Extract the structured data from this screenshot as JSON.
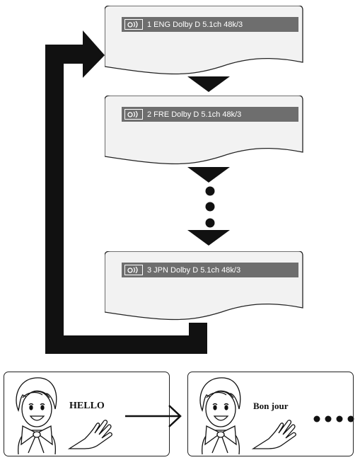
{
  "screens": [
    {
      "osd_text": "1 ENG  Dolby  D  5.1ch 48k/3",
      "icon": "audio-icon"
    },
    {
      "osd_text": "2 FRE  Dolby  D  5.1ch 48k/3",
      "icon": "audio-icon"
    },
    {
      "osd_text": "3 JPN  Dolby  D  5.1ch 48k/3",
      "icon": "audio-icon"
    }
  ],
  "panels": [
    {
      "greeting": "HELLO"
    },
    {
      "greeting": "Bon jour"
    }
  ],
  "colors": {
    "bar": "#6e6e6e",
    "screen_fill": "#f2f2f2",
    "arrow": "#111111"
  }
}
